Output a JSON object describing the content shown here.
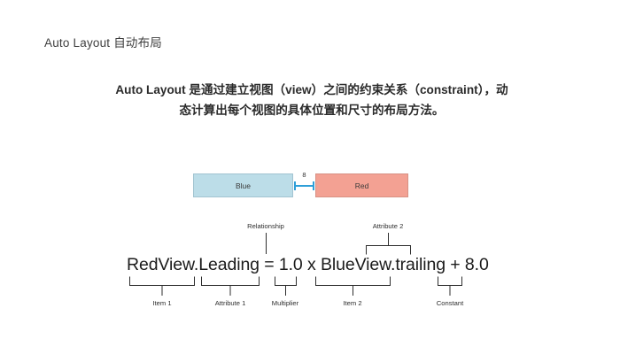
{
  "slide": {
    "title": "Auto Layout 自动布局",
    "background_color": "#ffffff"
  },
  "body": {
    "line_1": "Auto Layout 是通过建立视图（view）之间的约束关系（constraint），动",
    "line_2": "态计算出每个视图的具体位置和尺寸的布局方法。"
  },
  "diagram": {
    "blue_box": {
      "label": "Blue",
      "fill_color": "#bcdde8",
      "border_color": "#a2c4d1"
    },
    "red_box": {
      "label": "Red",
      "fill_color": "#f3a193",
      "border_color": "#d79184"
    },
    "spacing": {
      "value": "8",
      "indicator_color": "#2f9fd8"
    }
  },
  "equation": {
    "text": "RedView.Leading = 1.0 x BlueView.trailing + 8.0",
    "top_annotations": [
      {
        "label": "Relationship"
      },
      {
        "label": "Attribute 2"
      }
    ],
    "bottom_annotations": [
      {
        "label": "Item 1"
      },
      {
        "label": "Attribute 1"
      },
      {
        "label": "Multiplier"
      },
      {
        "label": "Item 2"
      },
      {
        "label": "Constant"
      }
    ]
  }
}
